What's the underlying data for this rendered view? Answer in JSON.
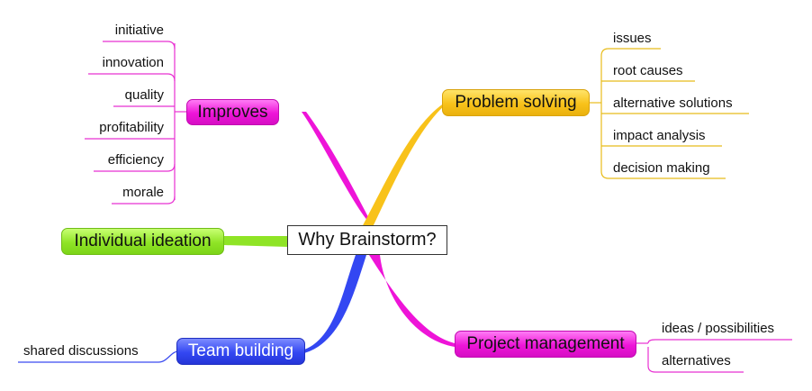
{
  "center": {
    "label": "Why Brainstorm?"
  },
  "branches": {
    "improves": {
      "label": "Improves",
      "color": "#ee14d8",
      "items": [
        "initiative",
        "innovation",
        "quality",
        "profitability",
        "efficiency",
        "morale"
      ]
    },
    "problem_solving": {
      "label": "Problem solving",
      "color": "#f8c21a",
      "items": [
        "issues",
        "root causes",
        "alternative solutions",
        "impact analysis",
        "decision making"
      ]
    },
    "individual_ideation": {
      "label": "Individual ideation",
      "color": "#8fe426",
      "items": []
    },
    "team_building": {
      "label": "Team building",
      "color": "#3347f2",
      "items": [
        "shared discussions"
      ]
    },
    "project_management": {
      "label": "Project management",
      "color": "#ee14d8",
      "items": [
        "ideas / possibilities",
        "alternatives"
      ]
    }
  }
}
